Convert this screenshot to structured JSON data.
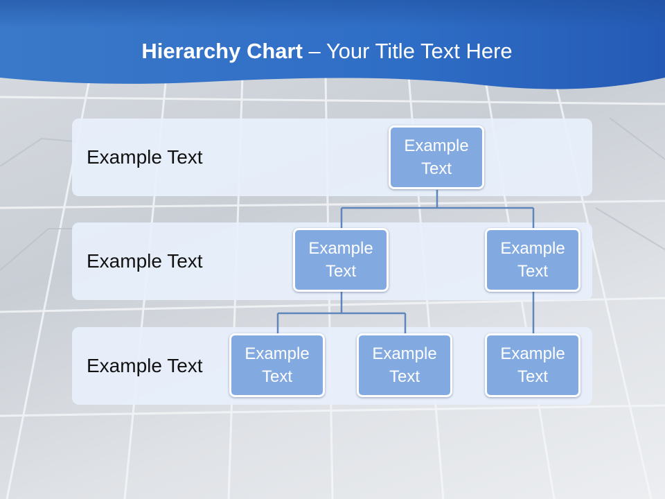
{
  "title": {
    "bold": "Hierarchy Chart",
    "rest": " – Your Title Text Here"
  },
  "levels": [
    {
      "label": "Example Text"
    },
    {
      "label": "Example Text"
    },
    {
      "label": "Example Text"
    }
  ],
  "nodes": [
    {
      "text": "Example Text"
    },
    {
      "text": "Example Text"
    },
    {
      "text": "Example Text"
    },
    {
      "text": "Example Text"
    },
    {
      "text": "Example Text"
    },
    {
      "text": "Example Text"
    }
  ],
  "colors": {
    "header_blue": "#2f6fc4",
    "node_fill": "#82a9e0",
    "connector": "#5e86bb",
    "band_fill": "#e8f0fc"
  }
}
